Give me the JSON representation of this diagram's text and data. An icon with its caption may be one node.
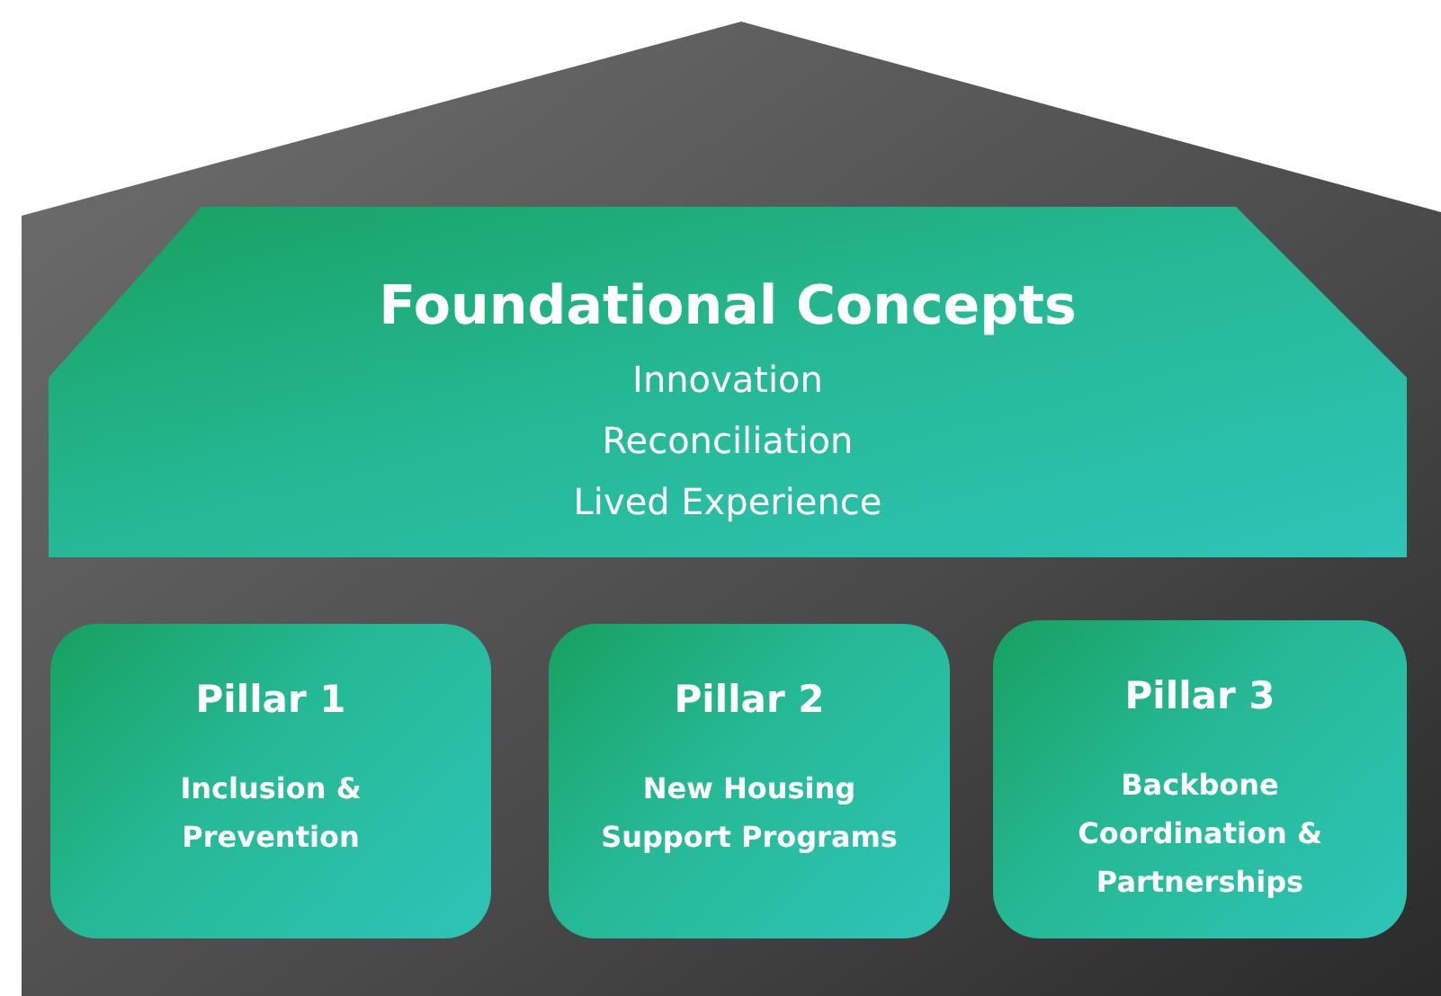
{
  "diagram": {
    "nodes": [
      {
        "text": [
          "Foundational Concepts",
          "Innovation",
          "Reconciliation",
          "Lived Experience"
        ]
      },
      {
        "text": [
          "Pillar 1",
          "Inclusion & Prevention"
        ]
      },
      {
        "text": [
          "Pillar 2",
          "New Housing Support Programs"
        ]
      },
      {
        "text": [
          "Pillar 3",
          "Backbone Coordination & Partnerships"
        ]
      }
    ],
    "edges": []
  }
}
